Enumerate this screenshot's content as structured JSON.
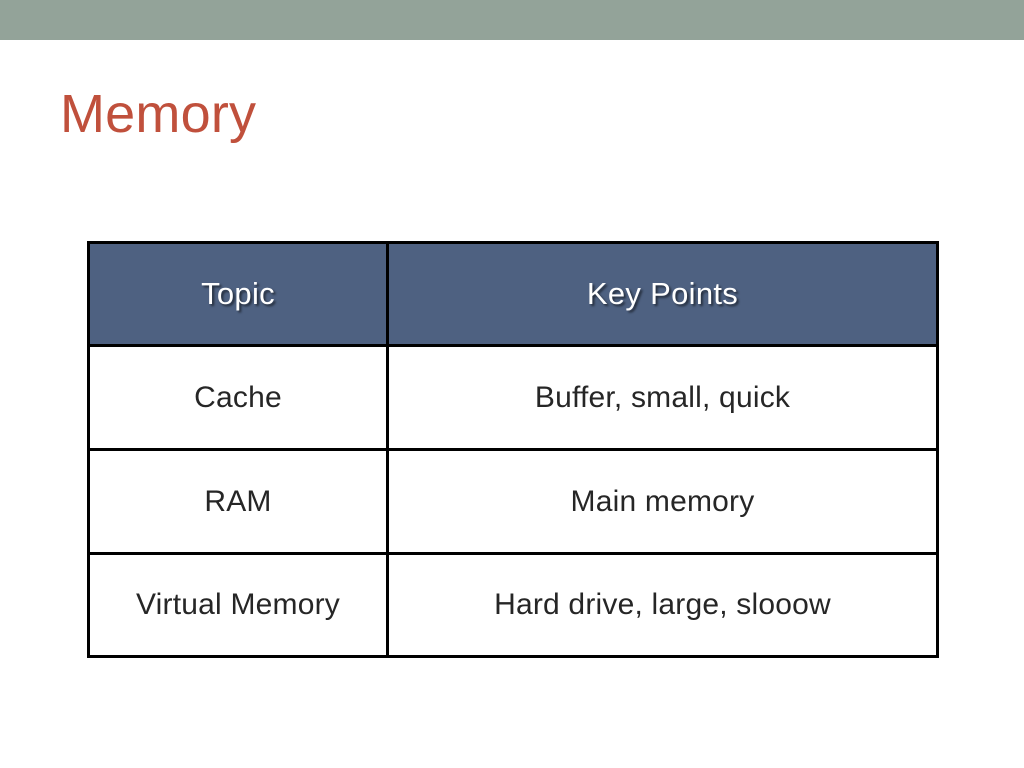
{
  "slide": {
    "title": "Memory",
    "title_color": "#c0503c",
    "background_color": "#ffffff",
    "banner_color": "#93a399"
  },
  "table": {
    "header_background": "#4e6181",
    "header_text_color": "#ffffff",
    "border_color": "#000000",
    "body_text_color": "#262626",
    "columns": [
      {
        "key": "topic",
        "label": "Topic"
      },
      {
        "key": "points",
        "label": "Key Points"
      }
    ],
    "rows": [
      {
        "topic": "Cache",
        "points": "Buffer, small, quick"
      },
      {
        "topic": "RAM",
        "points": "Main memory"
      },
      {
        "topic": "Virtual Memory",
        "points": "Hard drive, large, slooow"
      }
    ]
  }
}
